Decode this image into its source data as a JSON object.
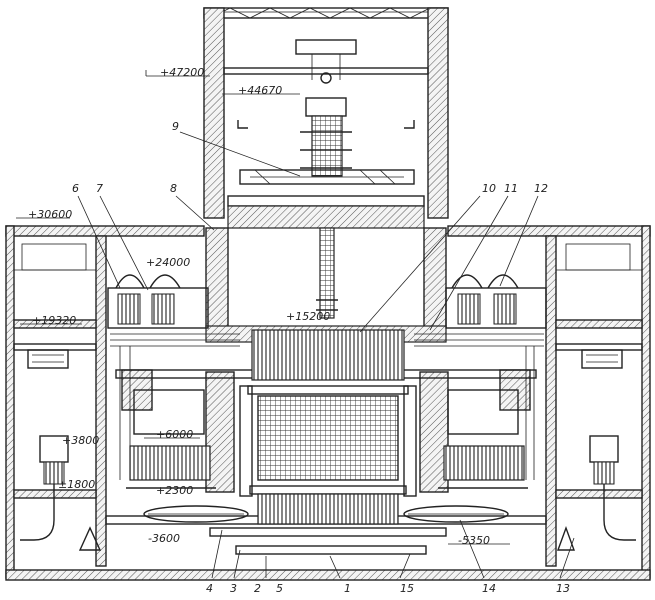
{
  "elevations": {
    "e47200": "+47200",
    "e44670": "+44670",
    "e30600": "+30600",
    "e24000": "+24000",
    "e19320": "+19320",
    "e15200": "+15200",
    "e6000": "+6000",
    "e3800": "+3800",
    "e2300": "+2300",
    "e1800": "±1800",
    "e3600": "-3600",
    "e5350": "-5350"
  },
  "callouts": {
    "c1": "1",
    "c2": "2",
    "c3": "3",
    "c4": "4",
    "c5": "5",
    "c6": "6",
    "c7": "7",
    "c8": "8",
    "c9": "9",
    "c10": "10",
    "c11": "11",
    "c12": "12",
    "c13": "13",
    "c14": "14",
    "c15": "15"
  }
}
